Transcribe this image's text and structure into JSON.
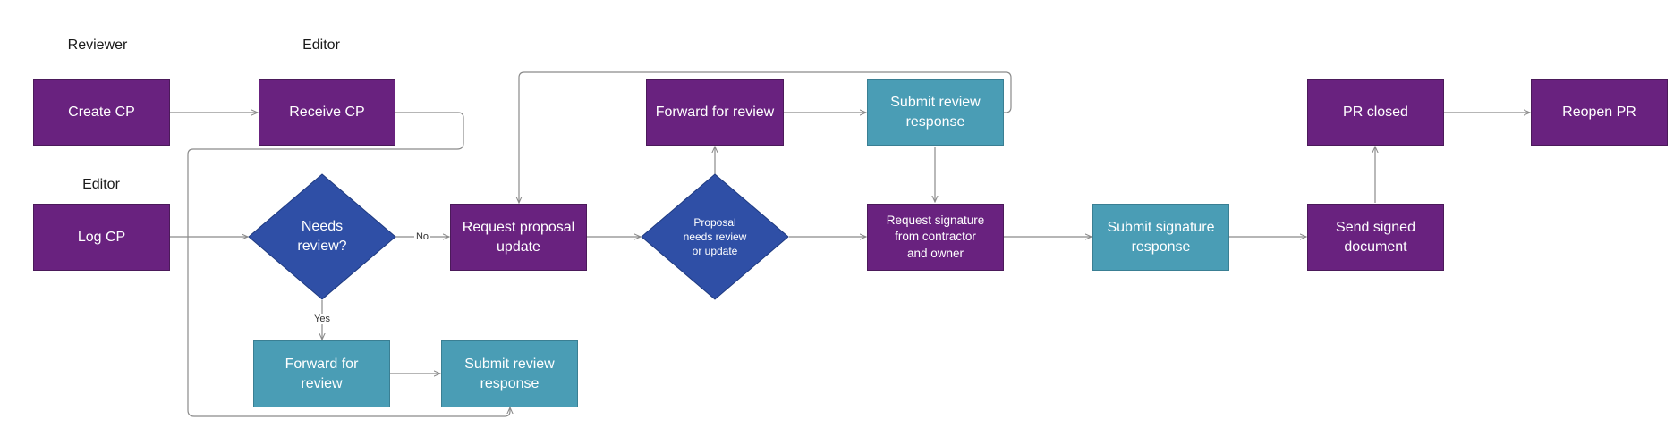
{
  "lanes": {
    "reviewer": "Reviewer",
    "editor_top": "Editor",
    "editor_left": "Editor"
  },
  "nodes": {
    "create_cp": "Create CP",
    "receive_cp": "Receive CP",
    "log_cp": "Log CP",
    "needs_review": "Needs\nreview?",
    "request_proposal_update": "Request proposal\nupdate",
    "forward_for_review_top": "Forward for review",
    "submit_review_response_top": "Submit review\nresponse",
    "proposal_needs_review": "Proposal\nneeds review\nor update",
    "request_signature": "Request signature\nfrom contractor\nand owner",
    "submit_signature_response": "Submit signature\nresponse",
    "send_signed_document": "Send signed\ndocument",
    "pr_closed": "PR closed",
    "reopen_pr": "Reopen PR",
    "forward_for_review_bottom": "Forward for\nreview",
    "submit_review_response_bottom": "Submit review\nresponse"
  },
  "edge_labels": {
    "no": "No",
    "yes": "Yes"
  },
  "colors": {
    "purple": "#69227f",
    "teal": "#4a9db5",
    "blue_diamond": "#2f4fa6",
    "connector": "#8a8a8a"
  }
}
